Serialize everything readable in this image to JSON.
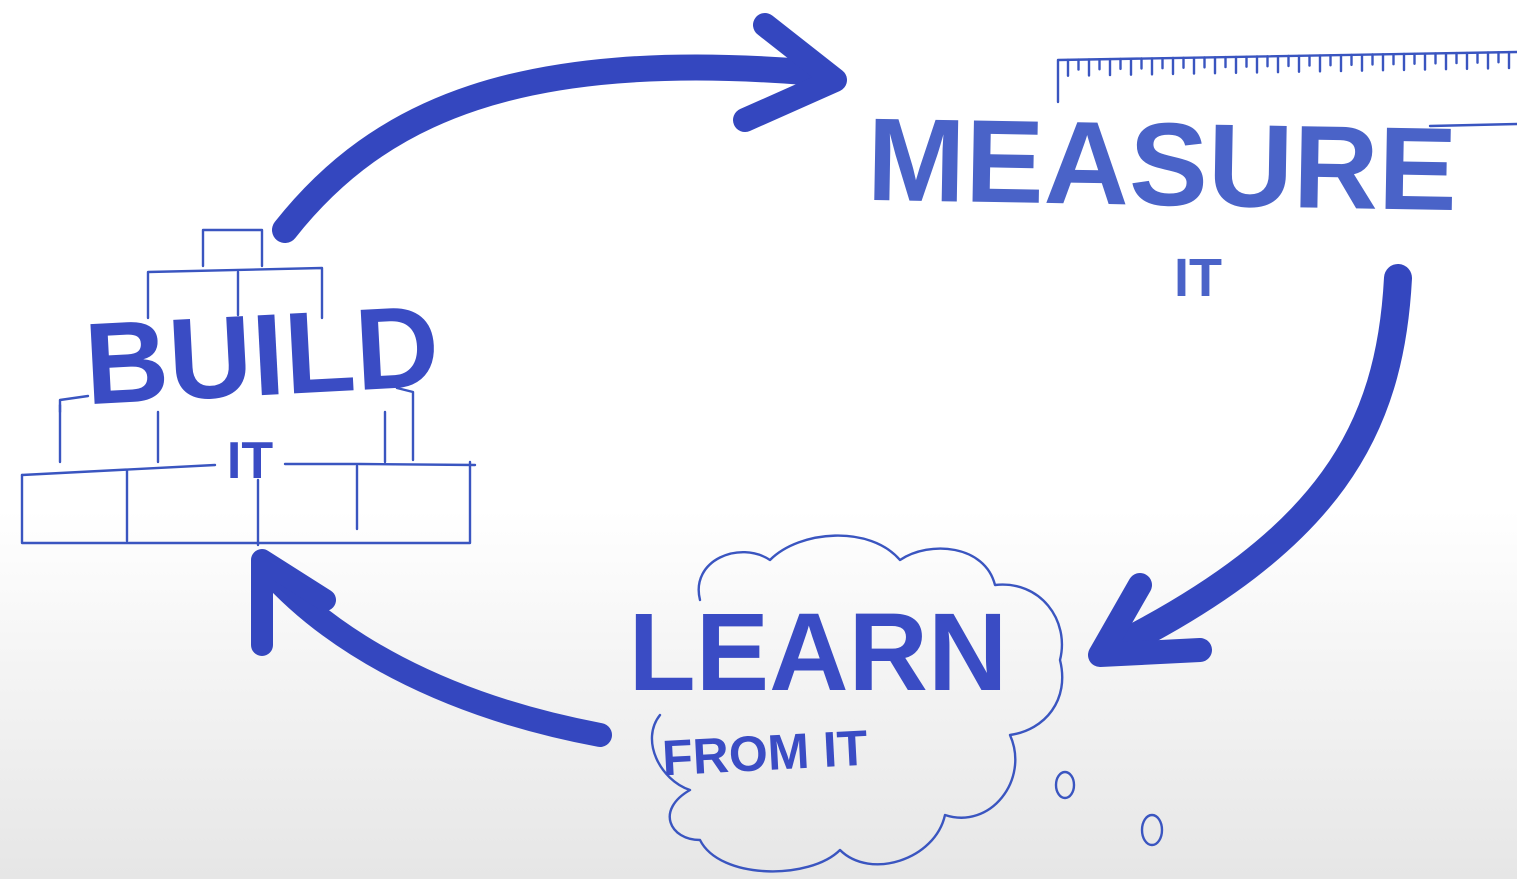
{
  "ink_color": "#3a4cc4",
  "ink_light": "#4a63c8",
  "background": "#ffffff",
  "stages": {
    "build": {
      "title": "BUILD",
      "subtitle": "IT",
      "icon": "brick-wall-icon"
    },
    "measure": {
      "title": "MEASURE",
      "subtitle": "IT",
      "icon": "ruler-icon"
    },
    "learn": {
      "title": "LEARN",
      "subtitle": "FROM IT",
      "icon": "thought-cloud-icon"
    }
  },
  "cycle_arrows": [
    {
      "from": "build",
      "to": "measure"
    },
    {
      "from": "measure",
      "to": "learn"
    },
    {
      "from": "learn",
      "to": "build"
    }
  ]
}
